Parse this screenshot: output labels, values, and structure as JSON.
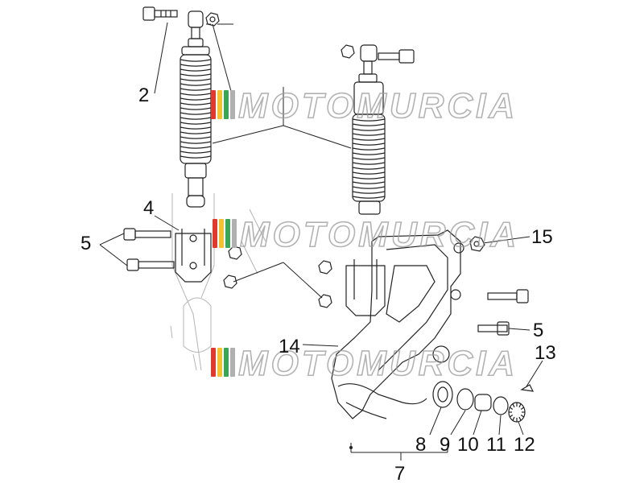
{
  "diagram": {
    "callouts": [
      {
        "id": "2",
        "label": "2"
      },
      {
        "id": "4",
        "label": "4"
      },
      {
        "id": "5a",
        "label": "5"
      },
      {
        "id": "5b",
        "label": "5"
      },
      {
        "id": "15",
        "label": "15"
      },
      {
        "id": "14",
        "label": "14"
      },
      {
        "id": "13",
        "label": "13"
      },
      {
        "id": "8",
        "label": "8"
      },
      {
        "id": "9",
        "label": "9"
      },
      {
        "id": "10",
        "label": "10"
      },
      {
        "id": "11",
        "label": "11"
      },
      {
        "id": "12",
        "label": "12"
      },
      {
        "id": "7",
        "label": "7"
      }
    ],
    "watermark": {
      "text": "MOTOMURCIA",
      "colors": [
        "#e03a2f",
        "#f2c230",
        "#3aa655",
        "#b0b0b0"
      ]
    }
  }
}
